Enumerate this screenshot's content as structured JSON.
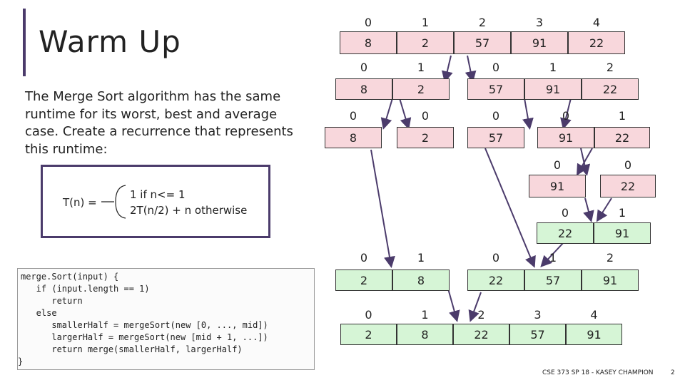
{
  "title": "Warm Up",
  "description": "The Merge Sort algorithm has the same runtime for its worst, best and average case. Create a recurrence that represents this runtime:",
  "recurrence": {
    "lhs": "T(n) =",
    "case1": "1 if n<= 1",
    "case2": "2T(n/2) + n otherwise"
  },
  "code": [
    "merge.Sort(input) {",
    "   if (input.length == 1)",
    "      return",
    "   else",
    "      smallerHalf = mergeSort(new [0, ..., mid])",
    "      largerHalf = mergeSort(new [mid + 1, ...])",
    "      return merge(smallerHalf, largerHalf)",
    "}"
  ],
  "arrays": {
    "initial": {
      "indices": [
        "0",
        "1",
        "2",
        "3",
        "4"
      ],
      "values": [
        "8",
        "2",
        "57",
        "91",
        "22"
      ]
    },
    "split1_left": {
      "indices": [
        "0",
        "1"
      ],
      "values": [
        "8",
        "2"
      ]
    },
    "split1_right": {
      "indices": [
        "0",
        "1",
        "2"
      ],
      "values": [
        "57",
        "91",
        "22"
      ]
    },
    "split2_a": {
      "indices": [
        "0"
      ],
      "values": [
        "8"
      ]
    },
    "split2_b": {
      "indices": [
        "0"
      ],
      "values": [
        "2"
      ]
    },
    "split2_c": {
      "indices": [
        "0"
      ],
      "values": [
        "57"
      ]
    },
    "split2_d": {
      "indices": [
        "0"
      ],
      "values": [
        "91"
      ]
    },
    "split2_e": {
      "indices": [
        "1"
      ],
      "values": [
        "22"
      ]
    },
    "split3_a": {
      "indices": [
        "0"
      ],
      "values": [
        "91"
      ]
    },
    "split3_b": {
      "indices": [
        "0"
      ],
      "values": [
        "22"
      ]
    },
    "merge1": {
      "indices": [
        "0",
        "1"
      ],
      "values": [
        "22",
        "91"
      ]
    },
    "merge2_left": {
      "indices": [
        "0",
        "1"
      ],
      "values": [
        "2",
        "8"
      ]
    },
    "merge2_right": {
      "indices": [
        "0",
        "1",
        "2"
      ],
      "values": [
        "22",
        "57",
        "91"
      ]
    },
    "final": {
      "indices": [
        "0",
        "1",
        "2",
        "3",
        "4"
      ],
      "values": [
        "2",
        "8",
        "22",
        "57",
        "91"
      ]
    }
  },
  "colors": {
    "unsorted": "#f8d7dc",
    "sorted": "#d6f5d6",
    "accent": "#4b3b6b"
  },
  "footer": "CSE 373 SP 18 - KASEY CHAMPION",
  "page_number": "2"
}
